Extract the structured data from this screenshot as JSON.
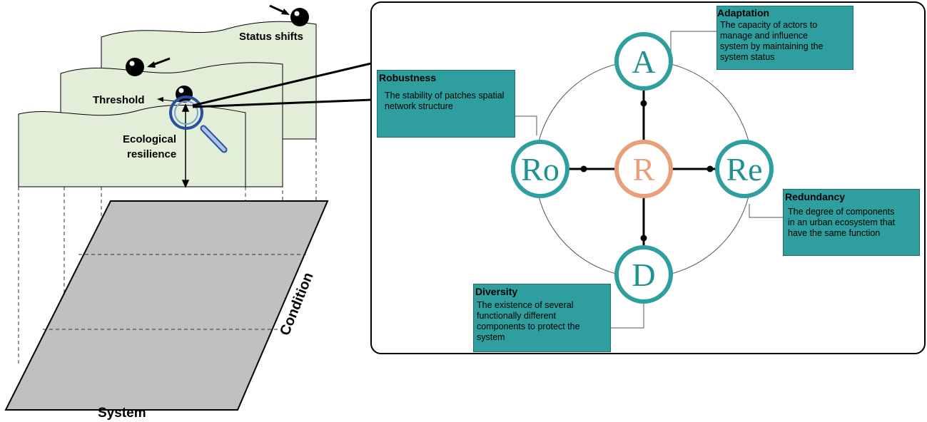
{
  "left_panel": {
    "status_shifts": "Status shifts",
    "threshold": "Threshold",
    "ecological": "Ecological",
    "resilience": "resilience",
    "system": "System",
    "condition": "Condition"
  },
  "center": {
    "letter": "R",
    "color": "#e9a07a"
  },
  "nodes": {
    "top": {
      "letter": "A"
    },
    "left": {
      "letter": "Ro"
    },
    "right": {
      "letter": "Re"
    },
    "bottom": {
      "letter": "D"
    }
  },
  "boxes": {
    "adaptation": {
      "title": "Adaptation",
      "lines": [
        "The capacity of actors to",
        "manage and influence",
        "system by maintaining the",
        "system status"
      ]
    },
    "robustness": {
      "title": "Robustness",
      "lines": [
        "The stability of patches spatial",
        "network structure"
      ]
    },
    "redundancy": {
      "title": "Redundancy",
      "lines": [
        "The degree of components",
        "in an urban ecosystem that",
        "have the same function"
      ]
    },
    "diversity": {
      "title": "Diversity",
      "lines": [
        "The existence of several",
        "functionally different",
        "components to protect the",
        "system"
      ]
    }
  },
  "colors": {
    "teal": "#2e9e9e",
    "node_text": "#1f9191",
    "sheet": "#e3eed8",
    "plane": "#c0c0c0"
  }
}
